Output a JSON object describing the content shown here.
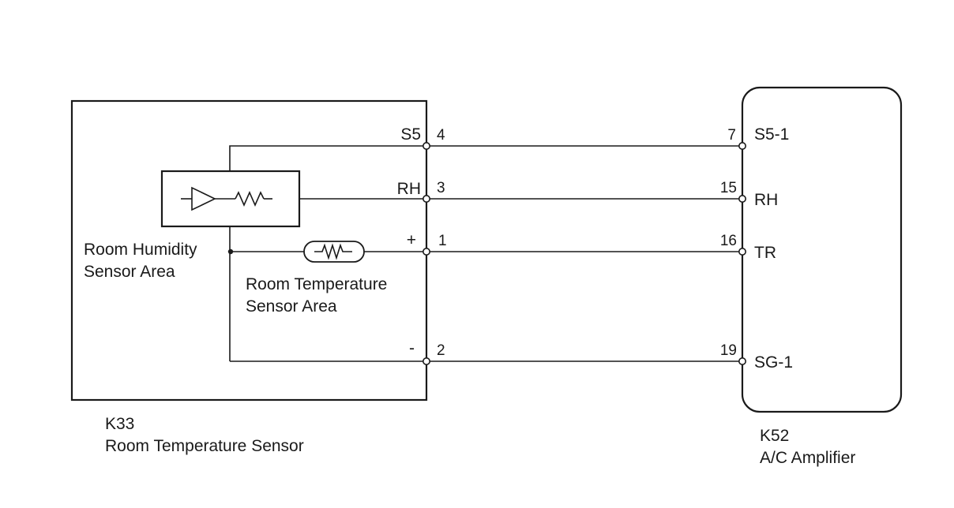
{
  "components": {
    "sensor": {
      "code": "K33",
      "name": "Room Temperature Sensor",
      "humidity_area": [
        "Room Humidity",
        "Sensor Area"
      ],
      "temperature_area": [
        "Room Temperature",
        "Sensor Area"
      ]
    },
    "amplifier": {
      "code": "K52",
      "name": "A/C Amplifier"
    }
  },
  "connections": [
    {
      "sensor_terminal": "S5",
      "sensor_pin": "4",
      "amp_pin": "7",
      "amp_terminal": "S5-1"
    },
    {
      "sensor_terminal": "RH",
      "sensor_pin": "3",
      "amp_pin": "15",
      "amp_terminal": "RH"
    },
    {
      "sensor_terminal": "+",
      "sensor_pin": "1",
      "amp_pin": "16",
      "amp_terminal": "TR"
    },
    {
      "sensor_terminal": "-",
      "sensor_pin": "2",
      "amp_pin": "19",
      "amp_terminal": "SG-1"
    }
  ]
}
